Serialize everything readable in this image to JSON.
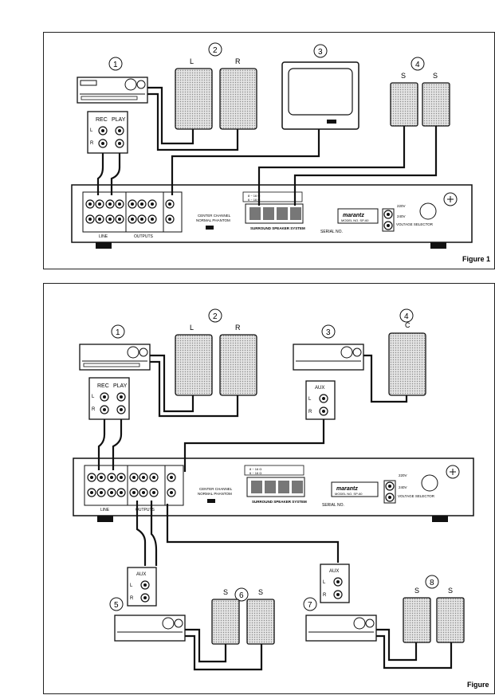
{
  "figure1": {
    "caption": "Figure 1",
    "callouts": [
      "1",
      "2",
      "3",
      "4"
    ],
    "front_speaker_labels": [
      "L",
      "R"
    ],
    "surround_labels": [
      "S",
      "S"
    ],
    "rec_play": {
      "rec": "REC",
      "play": "PLAY",
      "l": "L",
      "r": "R"
    },
    "panel": {
      "brand": "marantz",
      "model": "MODEL NO. SP-60",
      "line": "LINE",
      "outputs": "OUTPUTS",
      "center_channel": "CENTER CHANNEL",
      "normal_phantom": "NORMAL   PHANTOM",
      "surround_speaker_system": "SURROUND SPEAKER SYSTEM",
      "serial_no": "SERIAL NO.",
      "voltage_selector": "VOLTAGE SELECTOR",
      "v220": "220V",
      "v240": "240V",
      "imp1": "8 ~ 16 Ω",
      "imp2": "6 ~ 16 Ω"
    }
  },
  "figure2": {
    "caption": "Figure",
    "callouts": [
      "1",
      "2",
      "3",
      "4",
      "5",
      "6",
      "7",
      "8"
    ],
    "front_speaker_labels": [
      "L",
      "R"
    ],
    "center_label": "C",
    "surround_labels_a": [
      "S",
      "S"
    ],
    "surround_labels_b": [
      "S",
      "S"
    ],
    "aux": {
      "label": "AUX",
      "l": "L",
      "r": "R"
    }
  },
  "colors": {
    "ink": "#1a1a1a",
    "paper": "#ffffff",
    "shade": "#bdbdbd"
  }
}
